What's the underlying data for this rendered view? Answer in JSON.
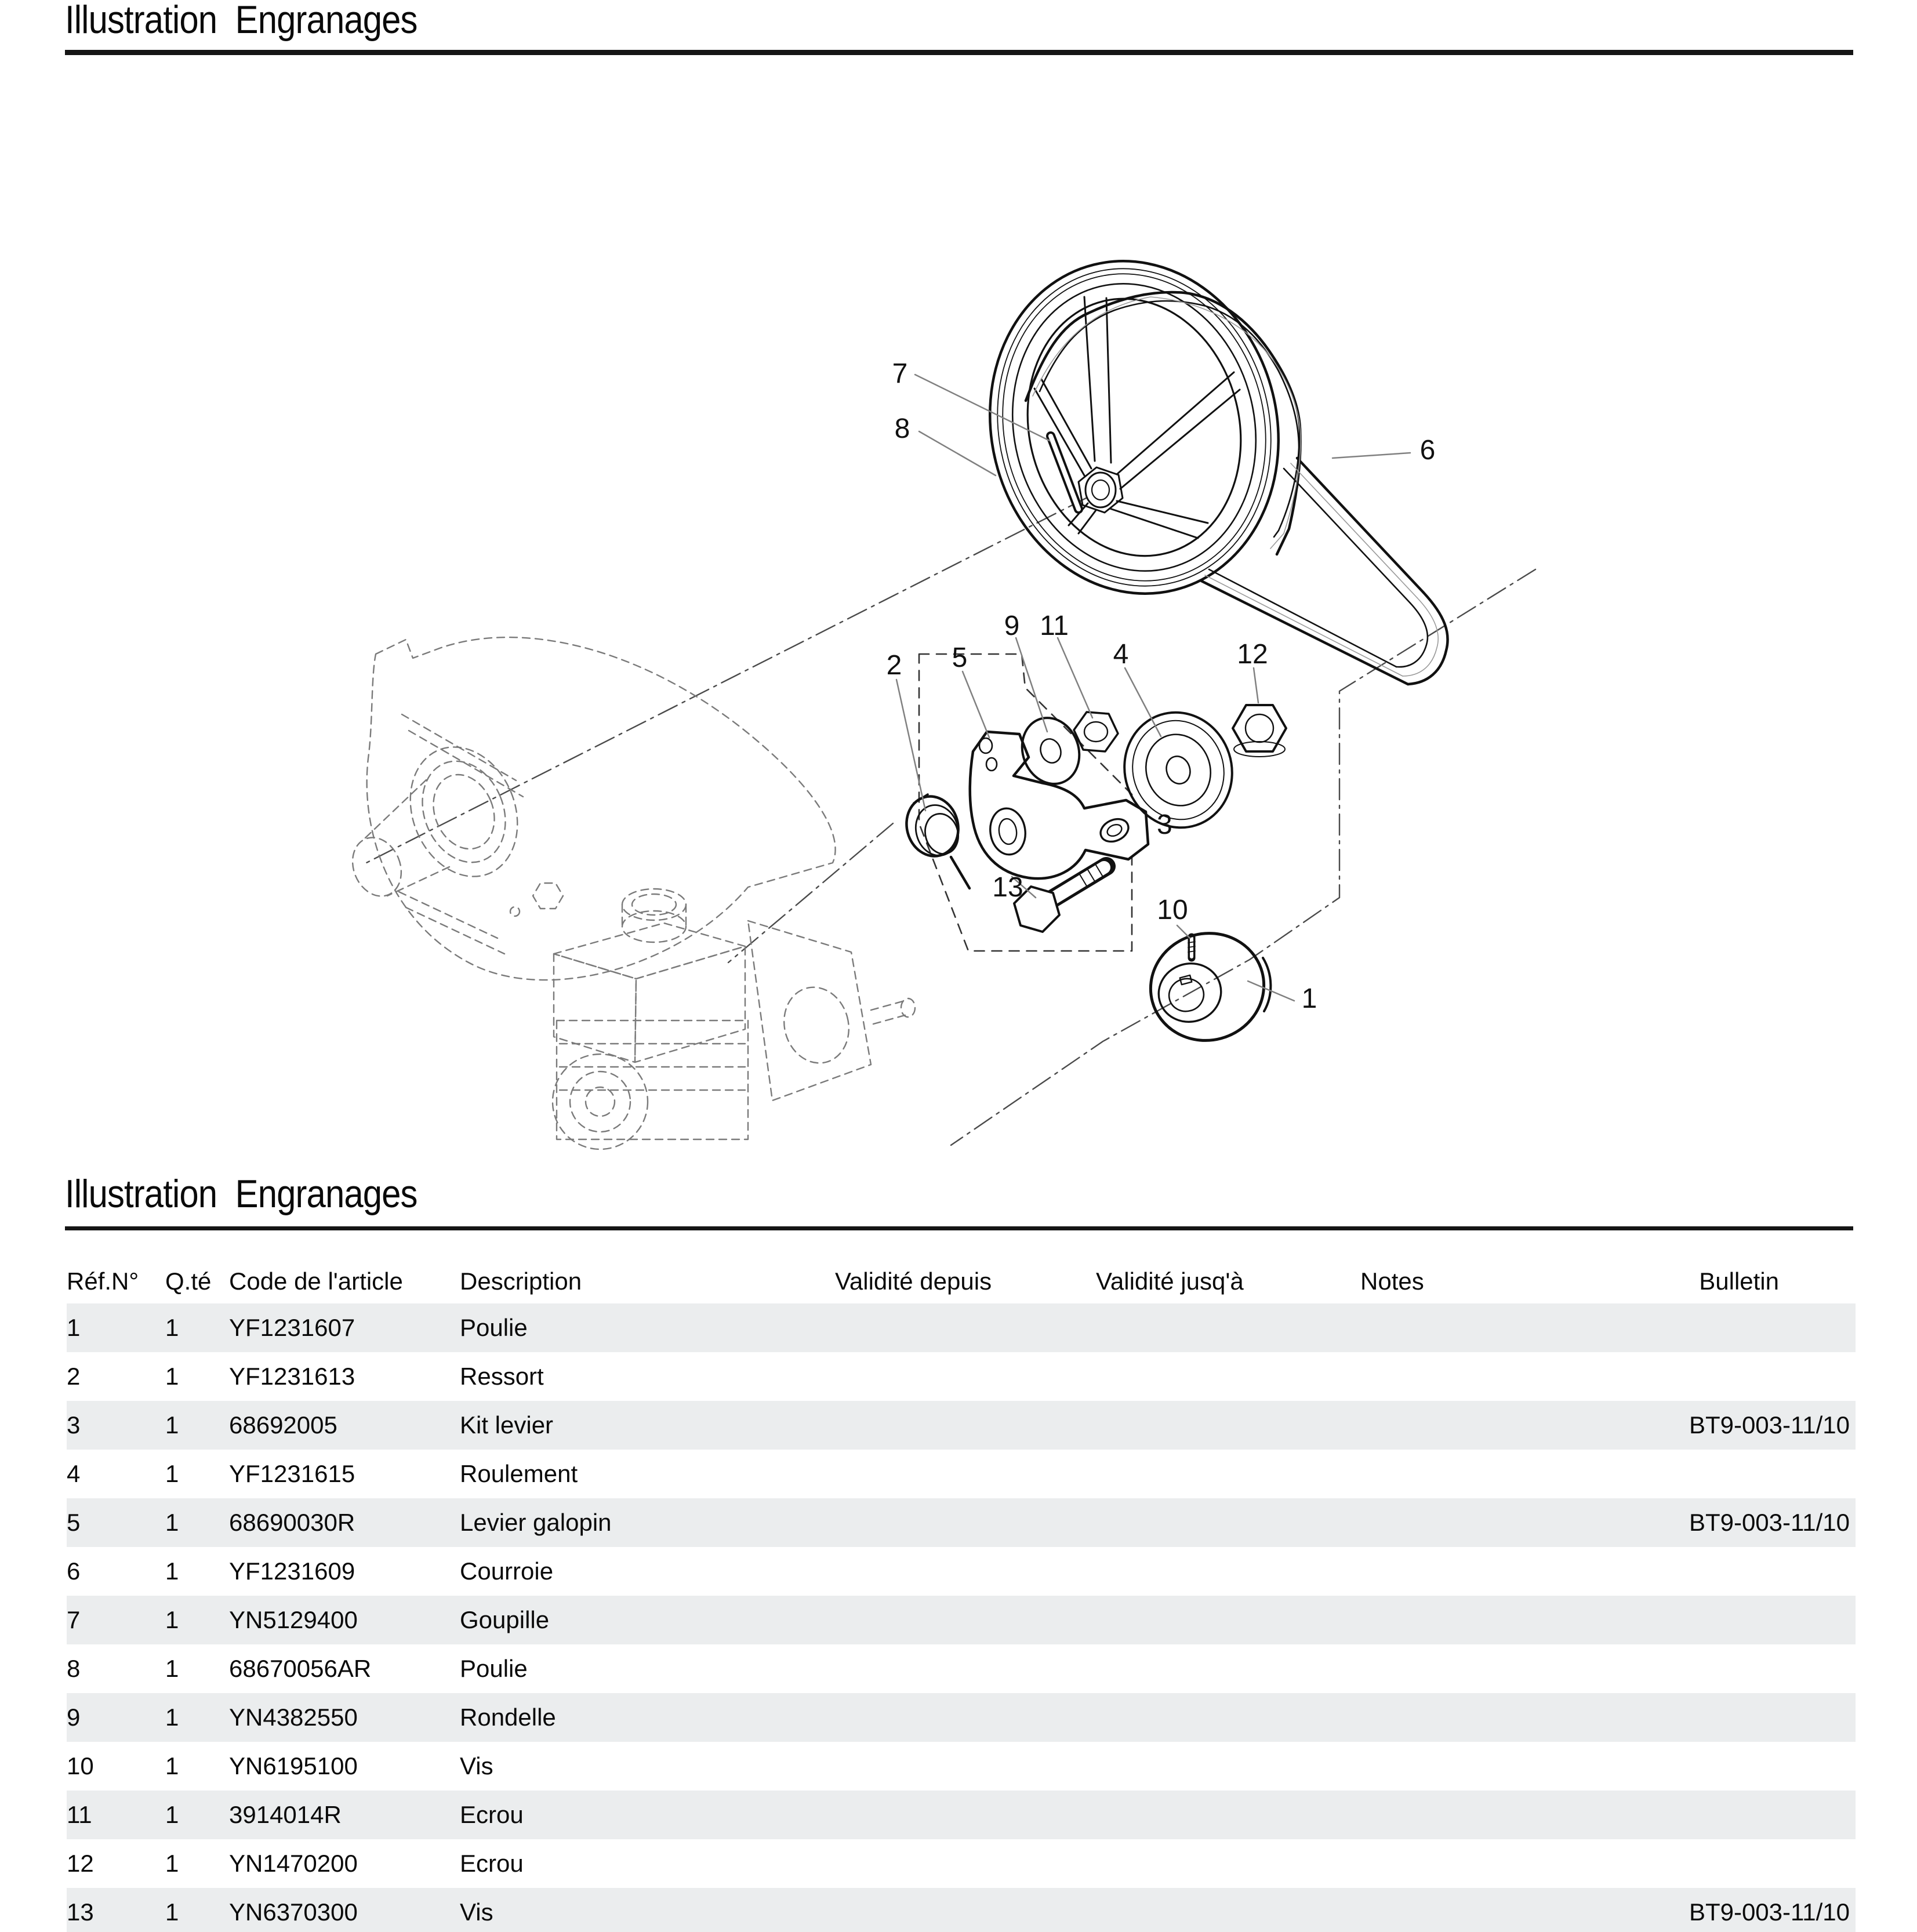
{
  "colors": {
    "stripe": "#ebedee",
    "rule": "#151515",
    "ink": "#111111",
    "leader_line": "#808080",
    "engine_dashed_line": "#7a7a7a",
    "axis_line": "#4a4a4a"
  },
  "header": {
    "title": "Illustration  Engranages"
  },
  "diagram": {
    "labels": {
      "l1": "1",
      "l2": "2",
      "l3": "3",
      "l4": "4",
      "l5": "5",
      "l6": "6",
      "l7": "7",
      "l8": "8",
      "l9": "9",
      "l10": "10",
      "l11": "11",
      "l12": "12",
      "l13": "13"
    }
  },
  "table_section": {
    "title": "Illustration  Engranages"
  },
  "table": {
    "headers": [
      "Réf.N°",
      "Q.té",
      "Code de l'article",
      "Description",
      "Validité depuis",
      "Validité jusq'à",
      "Notes",
      "Bulletin"
    ],
    "rows": [
      {
        "ref": "1",
        "qty": "1",
        "code": "YF1231607",
        "desc": "Poulie",
        "depuis": "",
        "jusqua": "",
        "notes": "",
        "bulletin": ""
      },
      {
        "ref": "2",
        "qty": "1",
        "code": "YF1231613",
        "desc": "Ressort",
        "depuis": "",
        "jusqua": "",
        "notes": "",
        "bulletin": ""
      },
      {
        "ref": "3",
        "qty": "1",
        "code": "68692005",
        "desc": "Kit levier",
        "depuis": "",
        "jusqua": "",
        "notes": "",
        "bulletin": "BT9-003-11/10"
      },
      {
        "ref": "4",
        "qty": "1",
        "code": "YF1231615",
        "desc": "Roulement",
        "depuis": "",
        "jusqua": "",
        "notes": "",
        "bulletin": ""
      },
      {
        "ref": "5",
        "qty": "1",
        "code": "68690030R",
        "desc": "Levier galopin",
        "depuis": "",
        "jusqua": "",
        "notes": "",
        "bulletin": "BT9-003-11/10"
      },
      {
        "ref": "6",
        "qty": "1",
        "code": "YF1231609",
        "desc": "Courroie",
        "depuis": "",
        "jusqua": "",
        "notes": "",
        "bulletin": ""
      },
      {
        "ref": "7",
        "qty": "1",
        "code": "YN5129400",
        "desc": "Goupille",
        "depuis": "",
        "jusqua": "",
        "notes": "",
        "bulletin": ""
      },
      {
        "ref": "8",
        "qty": "1",
        "code": "68670056AR",
        "desc": "Poulie",
        "depuis": "",
        "jusqua": "",
        "notes": "",
        "bulletin": ""
      },
      {
        "ref": "9",
        "qty": "1",
        "code": "YN4382550",
        "desc": "Rondelle",
        "depuis": "",
        "jusqua": "",
        "notes": "",
        "bulletin": ""
      },
      {
        "ref": "10",
        "qty": "1",
        "code": "YN6195100",
        "desc": "Vis",
        "depuis": "",
        "jusqua": "",
        "notes": "",
        "bulletin": ""
      },
      {
        "ref": "11",
        "qty": "1",
        "code": "3914014R",
        "desc": "Ecrou",
        "depuis": "",
        "jusqua": "",
        "notes": "",
        "bulletin": ""
      },
      {
        "ref": "12",
        "qty": "1",
        "code": "YN1470200",
        "desc": "Ecrou",
        "depuis": "",
        "jusqua": "",
        "notes": "",
        "bulletin": ""
      },
      {
        "ref": "13",
        "qty": "1",
        "code": "YN6370300",
        "desc": "Vis",
        "depuis": "",
        "jusqua": "",
        "notes": "",
        "bulletin": "BT9-003-11/10"
      }
    ]
  }
}
